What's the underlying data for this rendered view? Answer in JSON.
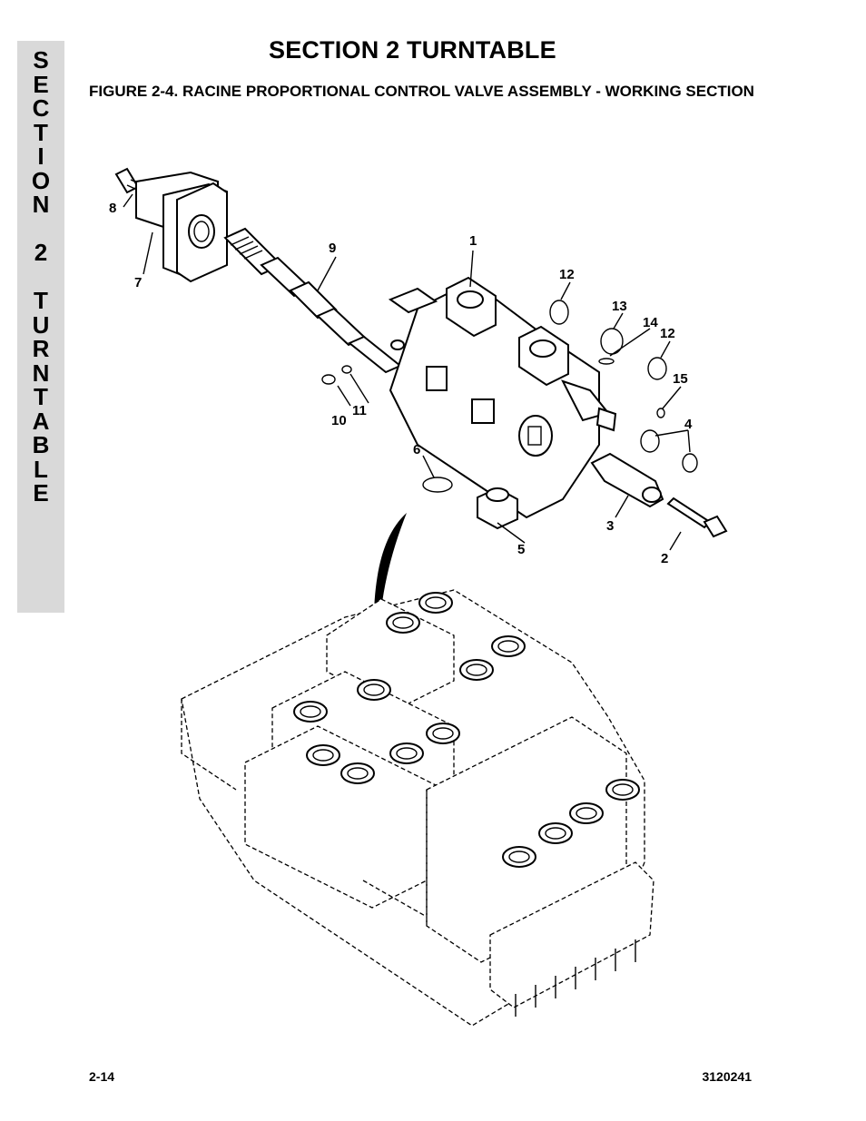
{
  "side_tab": {
    "letters": [
      "S",
      "E",
      "C",
      "T",
      "I",
      "O",
      "N",
      " ",
      "2",
      " ",
      "T",
      "U",
      "R",
      "N",
      "T",
      "A",
      "B",
      "L",
      "E"
    ]
  },
  "header": {
    "title": "SECTION 2  TURNTABLE"
  },
  "figure": {
    "caption": "FIGURE 2-4.    RACINE PROPORTIONAL CONTROL VALVE ASSEMBLY - WORKING SECTION",
    "callouts": [
      "1",
      "2",
      "3",
      "4",
      "5",
      "6",
      "7",
      "8",
      "9",
      "10",
      "11",
      "12",
      "12",
      "13",
      "14",
      "15"
    ]
  },
  "footer": {
    "page_number": "2-14",
    "doc_number": "3120241"
  }
}
